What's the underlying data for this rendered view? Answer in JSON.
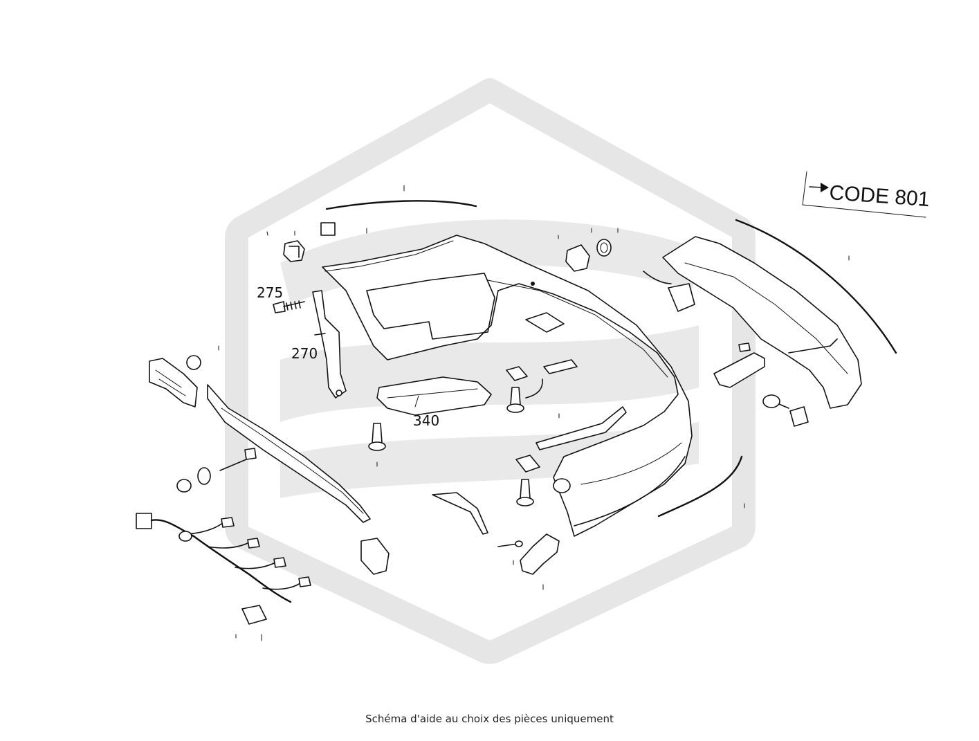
{
  "diagram": {
    "code_label": "CODE 801",
    "callouts": [
      {
        "id": "275",
        "label": "275"
      },
      {
        "id": "270",
        "label": "270"
      },
      {
        "id": "340",
        "label": "340"
      }
    ]
  },
  "caption": "Schéma d'aide au choix des pièces uniquement",
  "colors": {
    "watermark": "#e6e6e6",
    "line": "#111111"
  }
}
